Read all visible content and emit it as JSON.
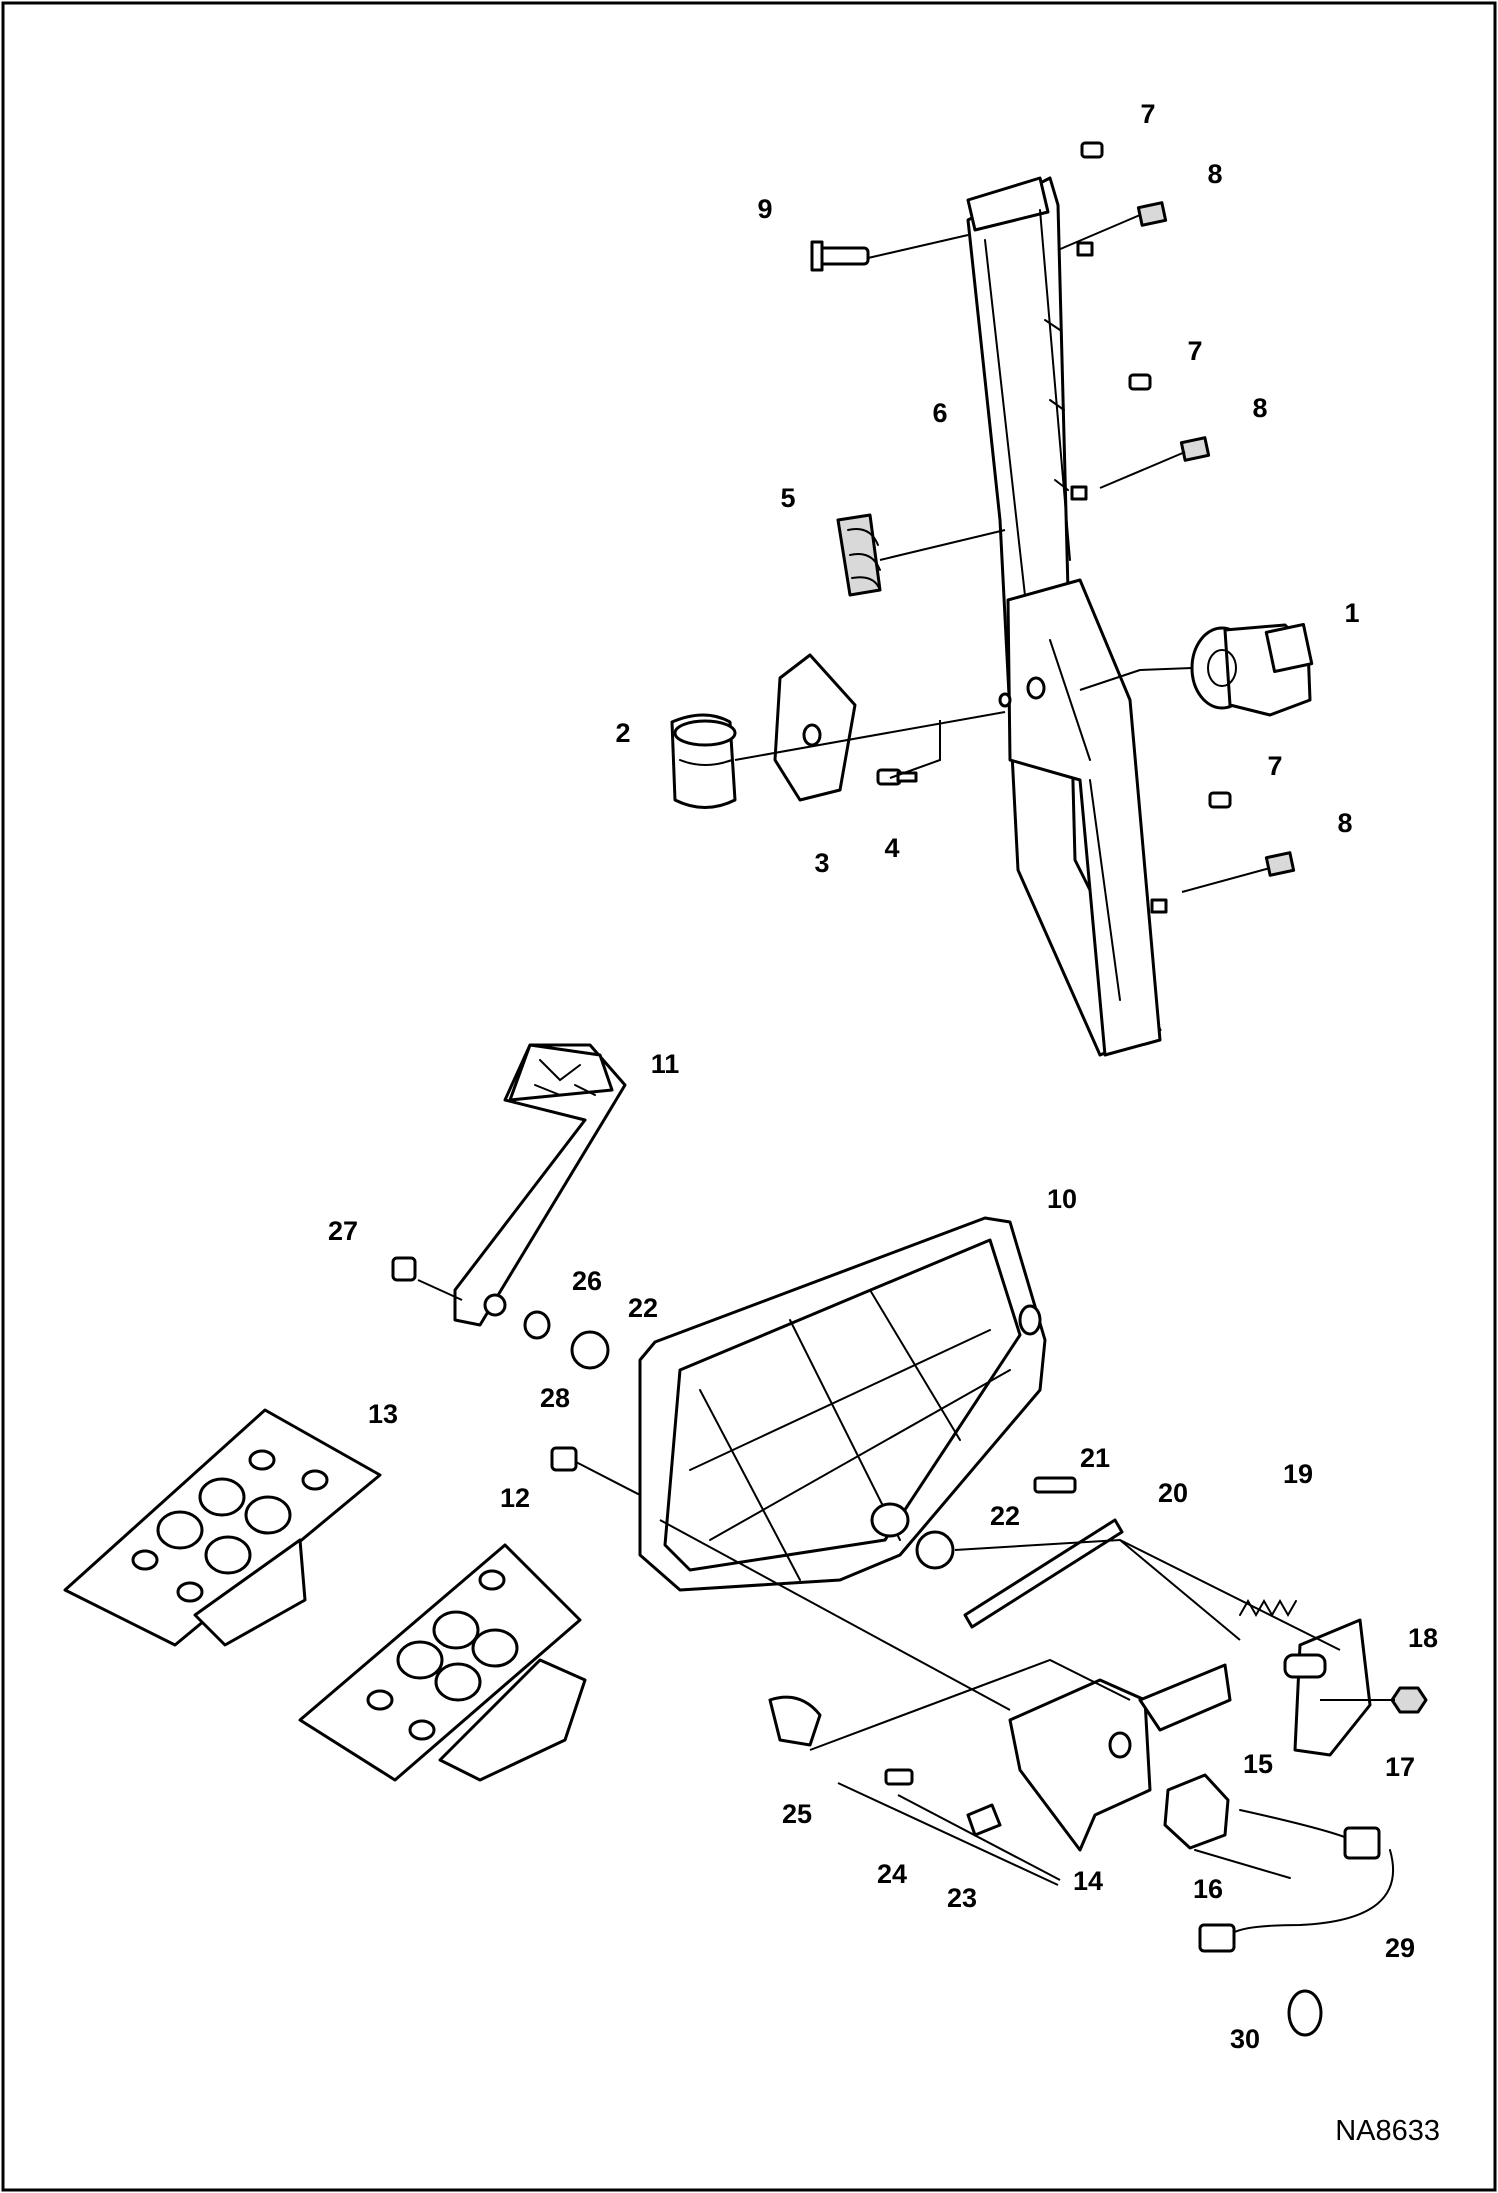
{
  "figure": {
    "reference_code": "NA8633"
  },
  "callouts": [
    "1",
    "2",
    "3",
    "4",
    "5",
    "6",
    "7",
    "8",
    "9",
    "7",
    "8",
    "7",
    "8",
    "10",
    "11",
    "12",
    "13",
    "14",
    "15",
    "16",
    "17",
    "18",
    "19",
    "20",
    "21",
    "22",
    "22",
    "23",
    "24",
    "25",
    "26",
    "27",
    "28",
    "29",
    "30"
  ]
}
